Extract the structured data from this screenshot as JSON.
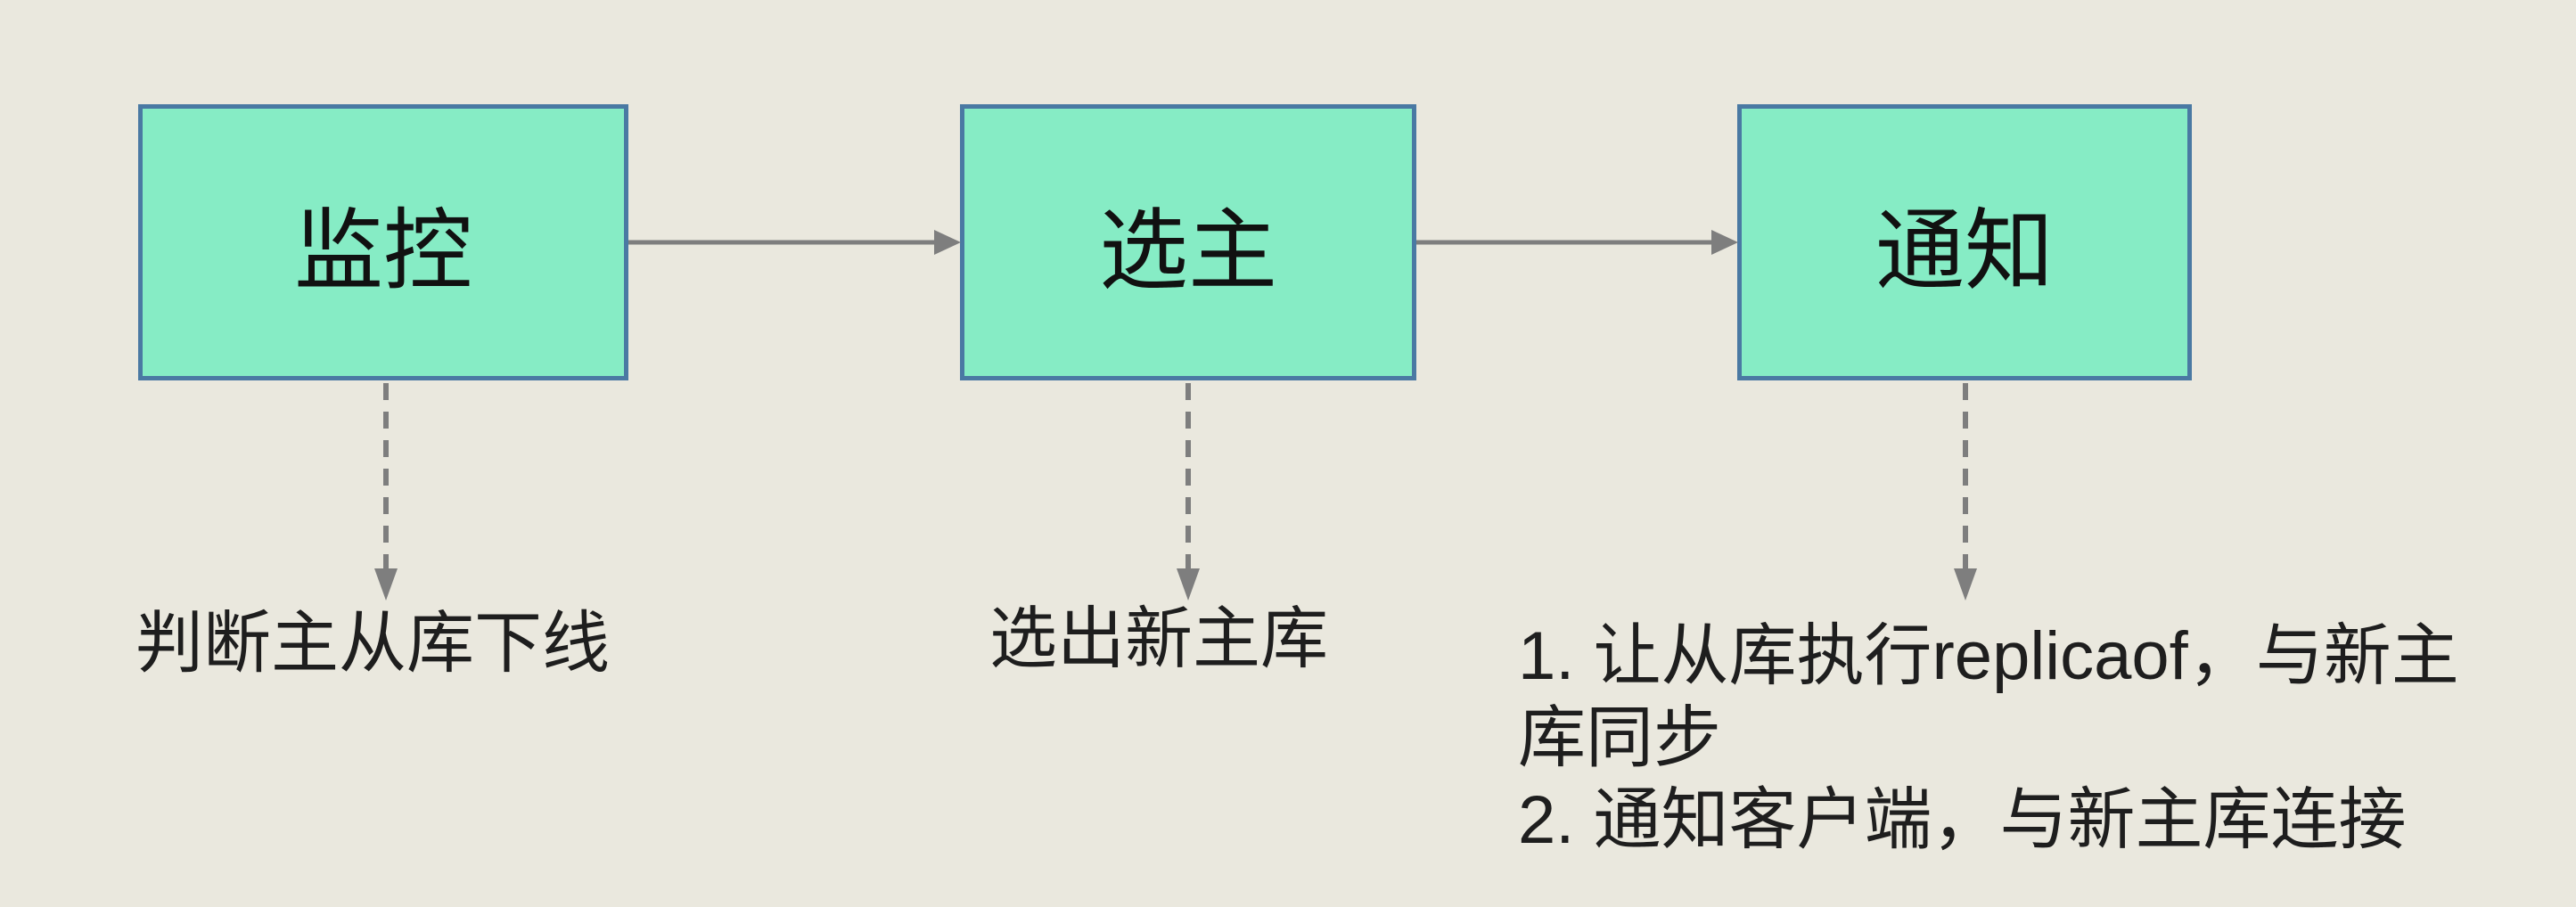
{
  "colors": {
    "background": "#EAE8DE",
    "box_fill": "#86ECC5",
    "box_border": "#4A79A3",
    "arrow": "#7E7E7E",
    "label_text": "#111111",
    "note_text": "#1E1E1E"
  },
  "diagram": {
    "boxes": [
      {
        "label": "监控",
        "annotation": "判断主从库下线"
      },
      {
        "label": "选主",
        "annotation": "选出新主库"
      },
      {
        "label": "通知",
        "annotation_lines": [
          "1. 让从库执行replicaof，与新主",
          "库同步",
          "2. 通知客户端，与新主库连接"
        ]
      }
    ],
    "connectors": {
      "solid": [
        {
          "from": "监控",
          "to": "选主"
        },
        {
          "from": "选主",
          "to": "通知"
        }
      ],
      "dashed": [
        {
          "from": "监控",
          "to": "判断主从库下线"
        },
        {
          "from": "选主",
          "to": "选出新主库"
        },
        {
          "from": "通知",
          "to": "1. 让从库执行replicaof，与新主库同步 2. 通知客户端，与新主库连接"
        }
      ]
    }
  }
}
